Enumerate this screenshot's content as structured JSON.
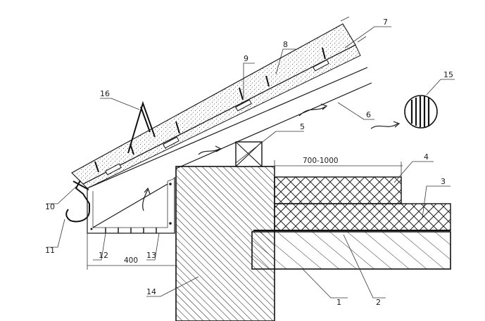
{
  "figure": {
    "callouts": [
      "1",
      "2",
      "3",
      "4",
      "5",
      "6",
      "7",
      "8",
      "9",
      "10",
      "11",
      "12",
      "13",
      "14",
      "15",
      "16"
    ],
    "dimensions": {
      "insulation_width": "700-1000",
      "eaves_overhang": "400"
    }
  }
}
